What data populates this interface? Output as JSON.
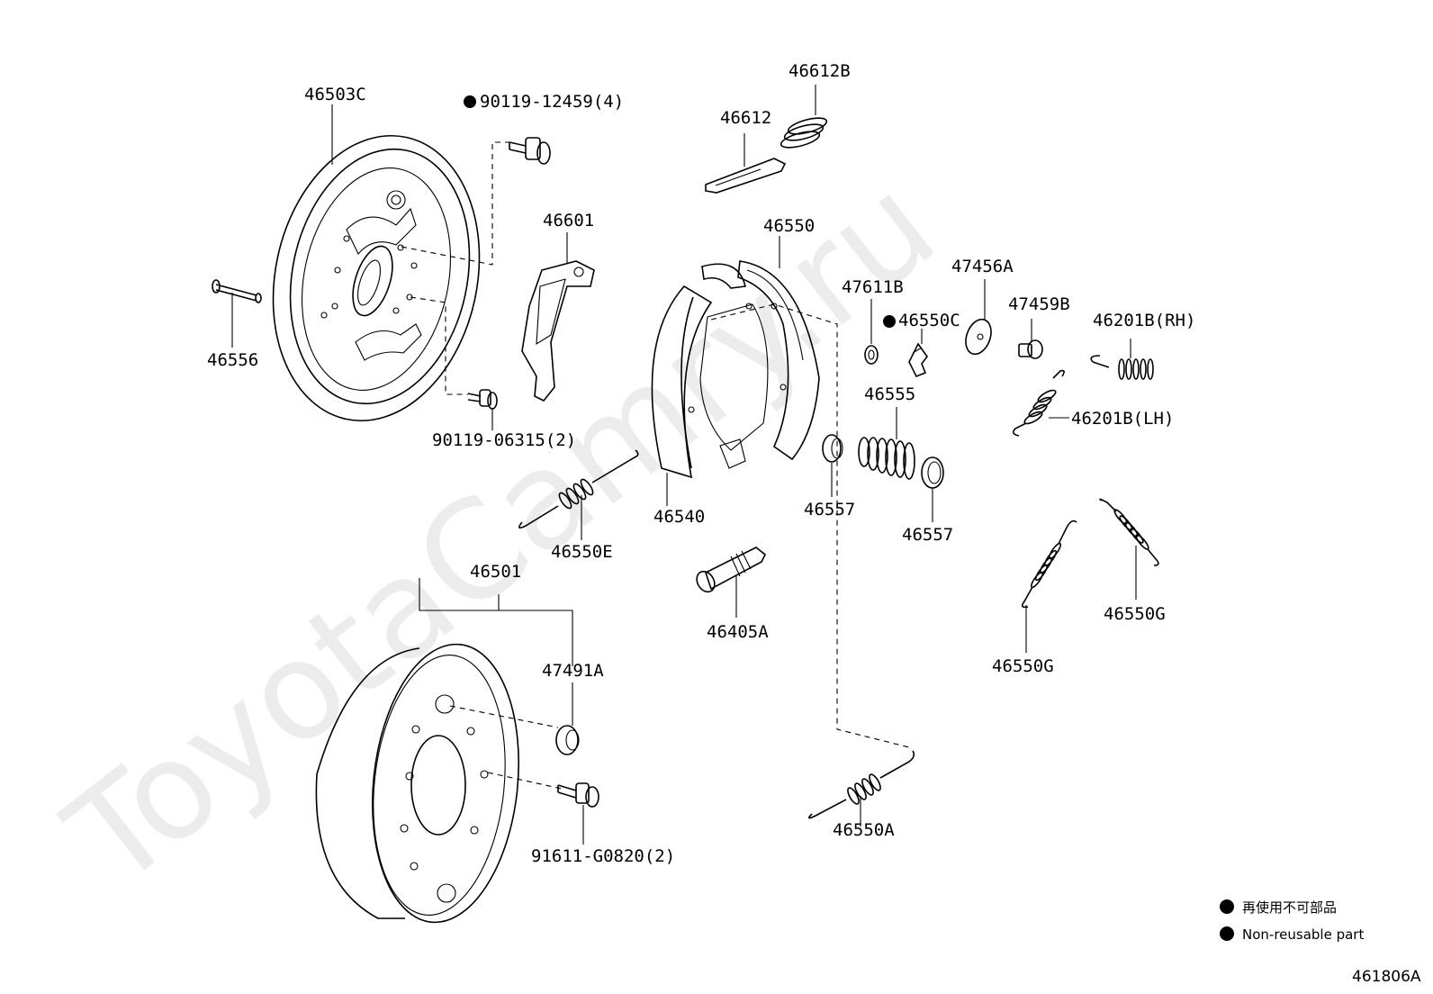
{
  "diagram": {
    "watermark": "ToyotaCamry.ru",
    "code": "461806A",
    "labels": {
      "p46503C": "46503C",
      "p90119_12459": "90119-12459(4)",
      "p46556": "46556",
      "p90119_06315": "90119-06315(2)",
      "p46601": "46601",
      "p46612": "46612",
      "p46612B": "46612B",
      "p46550": "46550",
      "p47611B": "47611B",
      "p46550C": "46550C",
      "p47456A": "47456A",
      "p47459B": "47459B",
      "p46201B_RH": "46201B(RH)",
      "p46201B_LH": "46201B(LH)",
      "p46555": "46555",
      "p46557a": "46557",
      "p46557b": "46557",
      "p46540": "46540",
      "p46550E": "46550E",
      "p46405A": "46405A",
      "p46550G_a": "46550G",
      "p46550G_b": "46550G",
      "p46501": "46501",
      "p47491A": "47491A",
      "p91611_G0820": "91611-G0820(2)",
      "p46550A": "46550A"
    },
    "legend": {
      "items": [
        "再使用不可部品",
        "Non-reusable part"
      ]
    }
  }
}
